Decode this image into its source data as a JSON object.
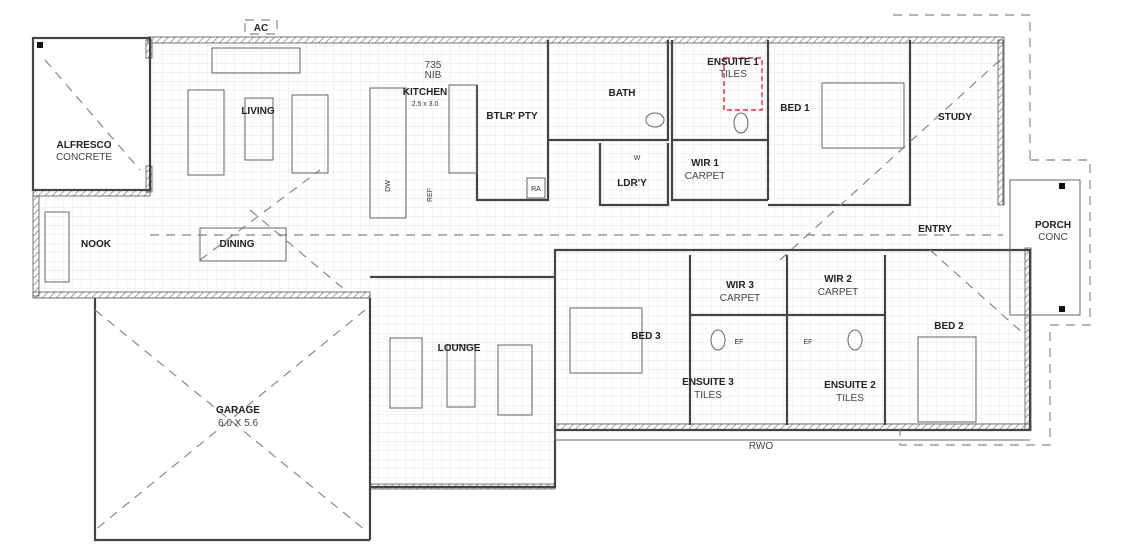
{
  "plan": {
    "ac": "AC",
    "dimension": {
      "value": "735",
      "note": "NIB"
    },
    "rooms": {
      "alfresco": {
        "name": "ALFRESCO",
        "finish": "CONCRETE"
      },
      "living": {
        "name": "LIVING"
      },
      "kitchen": {
        "name": "KITCHEN",
        "size": "2.5 x 3.0",
        "dw": "DW",
        "ref": "REF"
      },
      "butlers_pantry": {
        "name": "BTLR' PTY",
        "ra": "RA"
      },
      "bath": {
        "name": "BATH"
      },
      "ensuite1": {
        "name": "ENSUITE 1",
        "finish": "TILES"
      },
      "bed1": {
        "name": "BED 1"
      },
      "study": {
        "name": "STUDY"
      },
      "wir1": {
        "name": "WIR 1",
        "finish": "CARPET"
      },
      "laundry": {
        "name": "LDR'Y",
        "w": "W"
      },
      "nook": {
        "name": "NOOK"
      },
      "dining": {
        "name": "DINING"
      },
      "entry": {
        "name": "ENTRY"
      },
      "porch": {
        "name": "PORCH",
        "finish": "CONC"
      },
      "lounge": {
        "name": "LOUNGE"
      },
      "bed3": {
        "name": "BED 3"
      },
      "wir3": {
        "name": "WIR 3",
        "finish": "CARPET"
      },
      "wir2": {
        "name": "WIR 2",
        "finish": "CARPET"
      },
      "ensuite3": {
        "name": "ENSUITE 3",
        "finish": "TILES"
      },
      "ensuite2": {
        "name": "ENSUITE 2",
        "finish": "TILES"
      },
      "bed2": {
        "name": "BED 2"
      },
      "garage": {
        "name": "GARAGE",
        "size": "6.0 X 5.6"
      }
    },
    "rwo": "RWO",
    "ef": "EF",
    "highlight_color": "#e03030"
  }
}
